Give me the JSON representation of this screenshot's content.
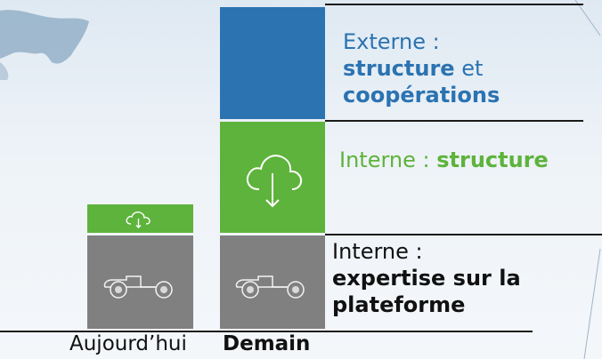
{
  "columns": {
    "today_label": "Aujourd’hui",
    "tomorrow_label": "Demain"
  },
  "labels": {
    "externe_line1": "Externe :",
    "externe_line2_bold": "structure",
    "externe_line2_rest": " et",
    "externe_line3_bold": "coopérations",
    "interne_structure_prefix": "Interne : ",
    "interne_structure_bold": "structure",
    "interne_expertise_line1": "Interne :",
    "interne_expertise_line2": "expertise sur la",
    "interne_expertise_line3": "plateforme"
  },
  "icons": {
    "cloud": "cloud-download-icon",
    "chassis": "car-chassis-icon"
  },
  "colors": {
    "blue": "#2b73b1",
    "green": "#5db33b",
    "gray": "#808080"
  }
}
